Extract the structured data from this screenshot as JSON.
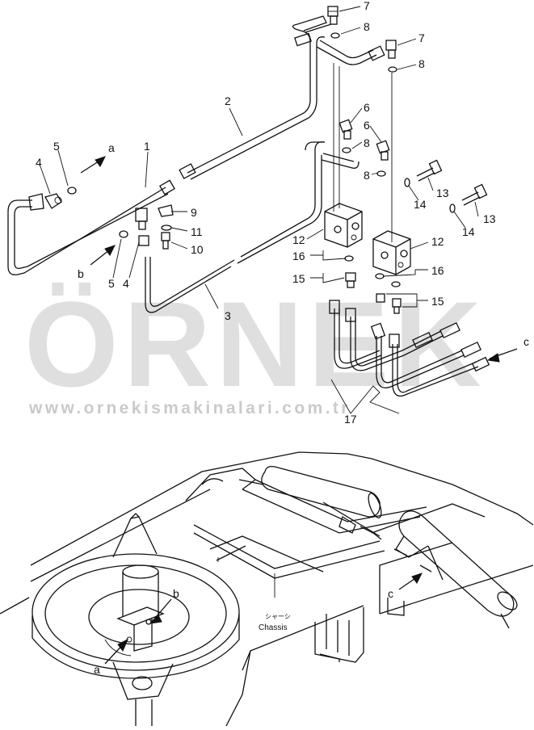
{
  "callouts": {
    "n1": "1",
    "n2": "2",
    "n3": "3",
    "n4a": "4",
    "n4b": "4",
    "n5a": "5",
    "n5b": "5",
    "n6a": "6",
    "n6b": "6",
    "n7a": "7",
    "n7b": "7",
    "n8a": "8",
    "n8b": "8",
    "n8c": "8",
    "n8d": "8",
    "n9": "9",
    "n10": "10",
    "n11": "11",
    "n12a": "12",
    "n12b": "12",
    "n13a": "13",
    "n13b": "13",
    "n14a": "14",
    "n14b": "14",
    "n15a": "15",
    "n15b": "15",
    "n16a": "16",
    "n16b": "16",
    "n17": "17",
    "la_top": "a",
    "lb_top": "b",
    "lc_top": "c",
    "la_bot": "a",
    "lb_bot": "b",
    "lc_bot": "c"
  },
  "chassis": {
    "jp": "シャーシ",
    "en": "Chassis"
  },
  "watermark": {
    "brand": "ÖRNEK",
    "url": "www.ornekismakinalari.com.tr",
    "accent_color": "#f2c230",
    "gray_color": "#d8d8d8"
  }
}
